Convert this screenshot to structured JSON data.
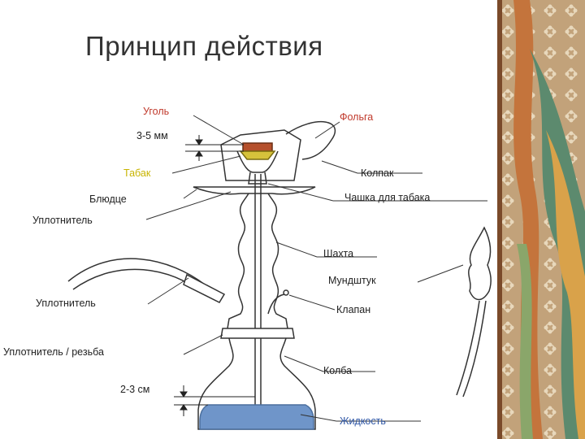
{
  "title": "Принцип действия",
  "labels": {
    "coal": "Уголь",
    "foil": "Фольга",
    "gap_top": "3-5 мм",
    "tobacco": "Табак",
    "cap": "Колпак",
    "saucer": "Блюдце",
    "bowl": "Чашка для табака",
    "seal1": "Уплотнитель",
    "shaft": "Шахта",
    "mouthpiece": "Мундштук",
    "seal2": "Уплотнитель",
    "valve": "Клапан",
    "seal_thread": "Уплотнитель / резьба",
    "flask": "Колба",
    "gap_bottom": "2-3 см",
    "liquid": "Жидкость"
  },
  "colors": {
    "coal": "#c0392b",
    "foil": "#c0392b",
    "tobacco": "#c8b400",
    "liquid": "#6f95c9",
    "line": "#333333"
  }
}
